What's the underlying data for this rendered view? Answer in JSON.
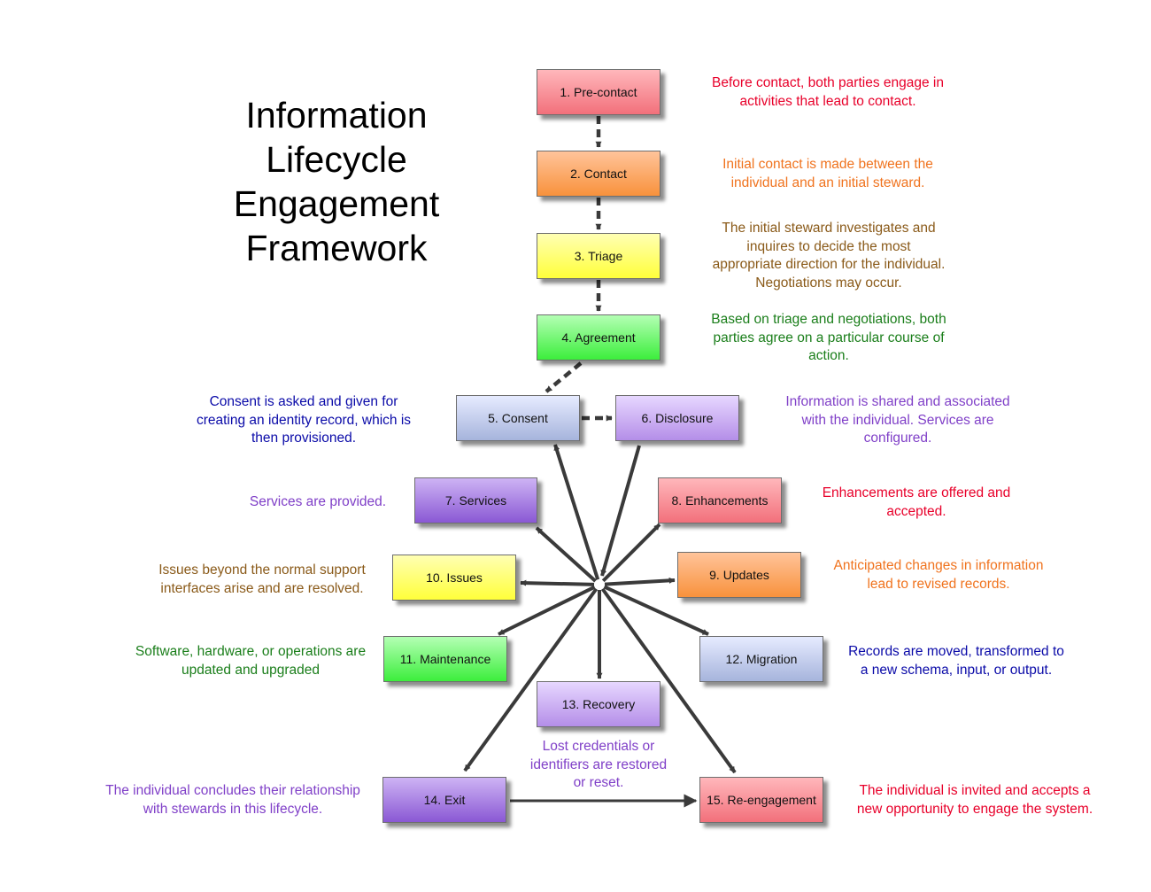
{
  "title_lines": [
    "Information",
    "Lifecycle",
    "Engagement",
    "Framework"
  ],
  "nodes": [
    {
      "id": "n1",
      "label": "1. Pre-contact"
    },
    {
      "id": "n2",
      "label": "2. Contact"
    },
    {
      "id": "n3",
      "label": "3. Triage"
    },
    {
      "id": "n4",
      "label": "4. Agreement"
    },
    {
      "id": "n5",
      "label": "5. Consent"
    },
    {
      "id": "n6",
      "label": "6. Disclosure"
    },
    {
      "id": "n7",
      "label": "7. Services"
    },
    {
      "id": "n8",
      "label": "8. Enhancements"
    },
    {
      "id": "n9",
      "label": "9. Updates"
    },
    {
      "id": "n10",
      "label": "10. Issues"
    },
    {
      "id": "n11",
      "label": "11. Maintenance"
    },
    {
      "id": "n12",
      "label": "12. Migration"
    },
    {
      "id": "n13",
      "label": "13. Recovery"
    },
    {
      "id": "n14",
      "label": "14. Exit"
    },
    {
      "id": "n15",
      "label": "15. Re-engagement"
    }
  ],
  "descriptions": [
    {
      "id": "d1",
      "color": "#e8002a",
      "lines": [
        "Before contact, both parties engage in",
        "activities that lead to contact."
      ]
    },
    {
      "id": "d2",
      "color": "#f0731e",
      "lines": [
        "Initial contact is made between the",
        "individual and an initial steward."
      ]
    },
    {
      "id": "d3",
      "color": "#8a5a19",
      "lines": [
        "The initial steward investigates and",
        "inquires to decide the most",
        "appropriate direction for the individual.",
        "Negotiations may occur."
      ]
    },
    {
      "id": "d4",
      "color": "#1a7e1a",
      "lines": [
        "Based on triage and negotiations, both",
        "parties agree on a particular course of",
        "action."
      ]
    },
    {
      "id": "d5",
      "color": "#0a0aa8",
      "lines": [
        "Consent is asked and given for",
        "creating an identity record, which is",
        "then provisioned."
      ]
    },
    {
      "id": "d6",
      "color": "#8040c8",
      "lines": [
        "Information is shared and associated",
        "with the individual. Services are",
        "configured."
      ]
    },
    {
      "id": "d7",
      "color": "#8040c8",
      "lines": [
        "Services are provided."
      ]
    },
    {
      "id": "d8",
      "color": "#e8002a",
      "lines": [
        "Enhancements are offered and",
        "accepted."
      ]
    },
    {
      "id": "d9",
      "color": "#f0731e",
      "lines": [
        "Anticipated changes in information",
        "lead to revised records."
      ]
    },
    {
      "id": "d10",
      "color": "#8a5a19",
      "lines": [
        "Issues beyond the normal support",
        "interfaces arise and are resolved."
      ]
    },
    {
      "id": "d11",
      "color": "#1a7e1a",
      "lines": [
        "Software, hardware, or operations are",
        "updated and upgraded"
      ]
    },
    {
      "id": "d12",
      "color": "#0a0aa8",
      "lines": [
        "Records are moved, transformed to",
        "a new schema, input, or output."
      ]
    },
    {
      "id": "d13",
      "color": "#8040c8",
      "lines": [
        "Lost credentials or",
        "identifiers are restored",
        "or reset."
      ]
    },
    {
      "id": "d14",
      "color": "#8040c8",
      "lines": [
        "The individual concludes their relationship",
        "with stewards in this lifecycle."
      ]
    },
    {
      "id": "d15",
      "color": "#e8002a",
      "lines": [
        "The individual is invited and accepts a",
        "new opportunity to engage the system."
      ]
    }
  ],
  "colors": {
    "arrow": "#3a3a3a",
    "title": "#000000"
  }
}
